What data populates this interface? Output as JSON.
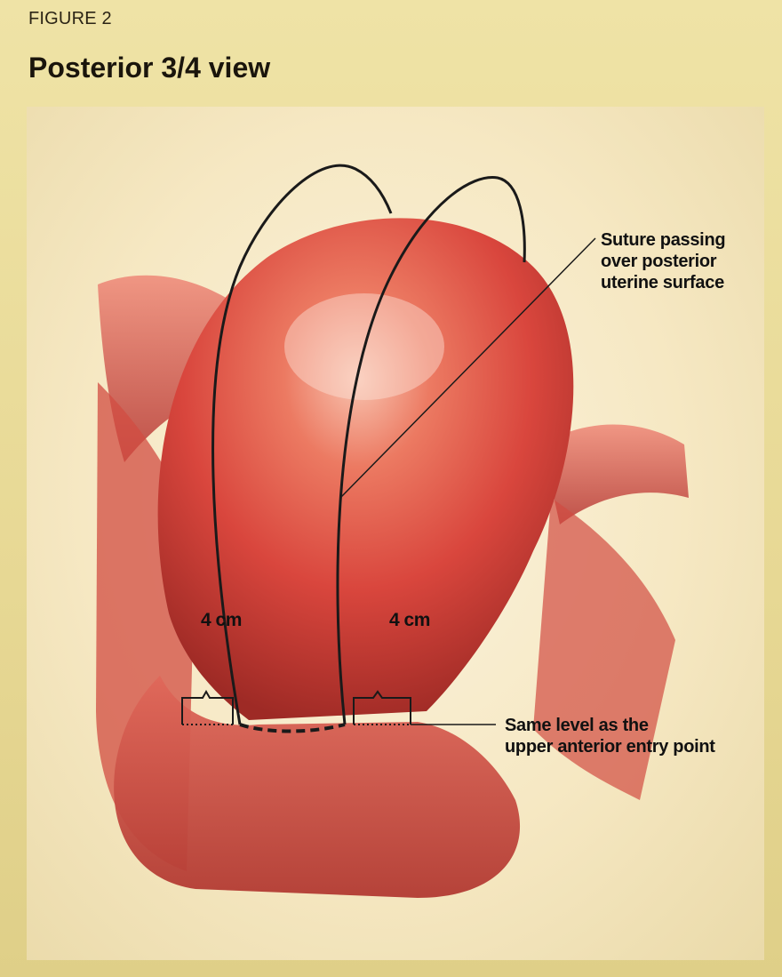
{
  "figure": {
    "label": "FIGURE 2",
    "title": "Posterior 3/4 view"
  },
  "callouts": {
    "suture_line1": "Suture passing",
    "suture_line2": "over posterior",
    "suture_line3": "uterine surface",
    "level_line1": "Same level as the",
    "level_line2": "upper anterior entry point"
  },
  "measurements": {
    "left": "4 cm",
    "right": "4 cm"
  },
  "colors": {
    "uterus": "#d9463d",
    "uterus_highlight": "#f6b7a4",
    "tube": "#c94a40",
    "suture": "#1a1a1a",
    "page": "#e8d99a"
  }
}
